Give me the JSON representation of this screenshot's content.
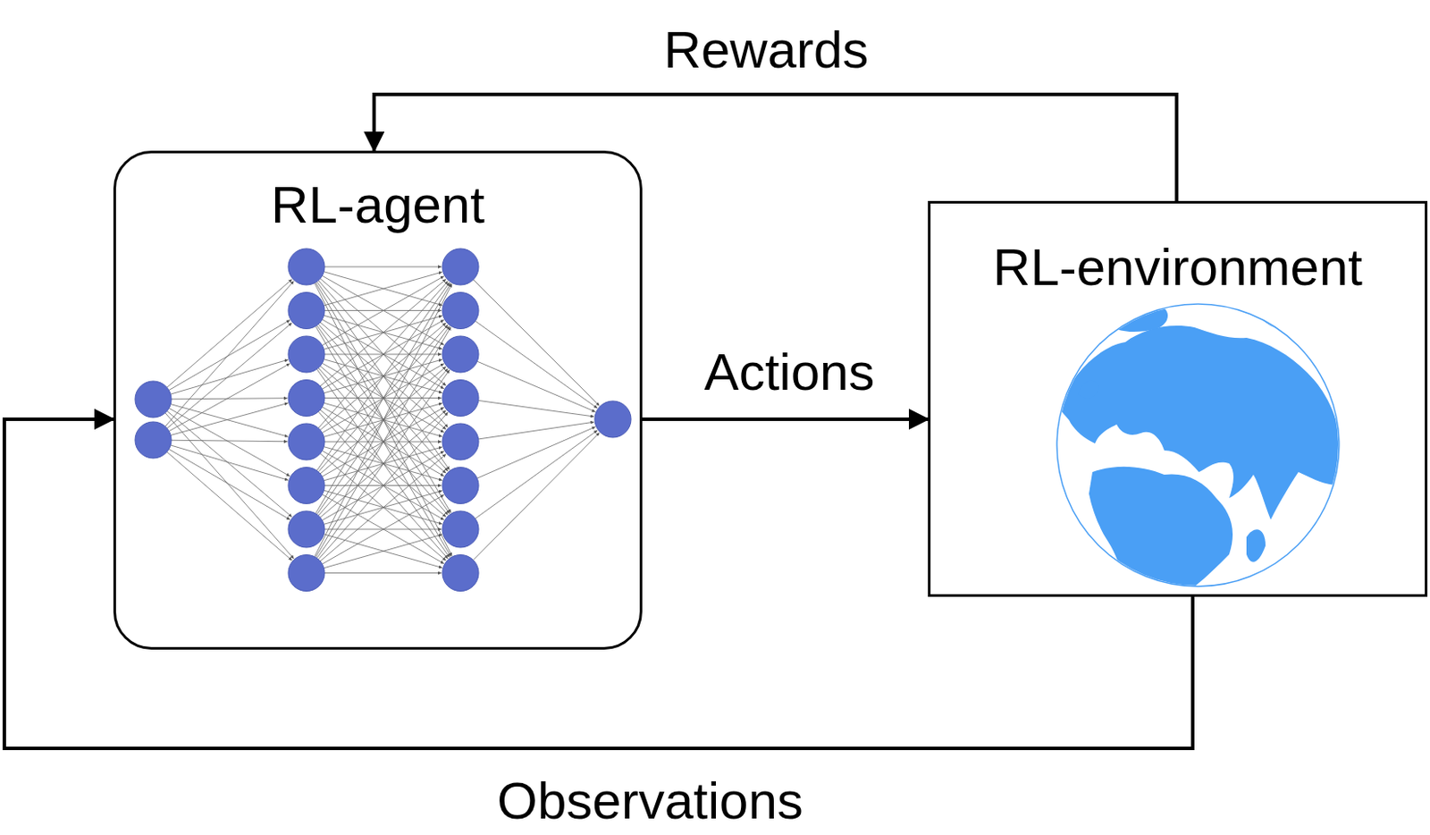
{
  "diagram": {
    "nodes": [
      {
        "text": [
          "RL-agent"
        ]
      },
      {
        "text": [
          "RL-environment"
        ]
      }
    ],
    "edges": [
      {
        "from": 0,
        "to": 1,
        "arrow": "to",
        "label": "Actions"
      },
      {
        "from": 1,
        "to": 0,
        "arrow": "to",
        "label": "Rewards"
      },
      {
        "from": 1,
        "to": 0,
        "arrow": "to",
        "label": "Observations"
      }
    ]
  }
}
